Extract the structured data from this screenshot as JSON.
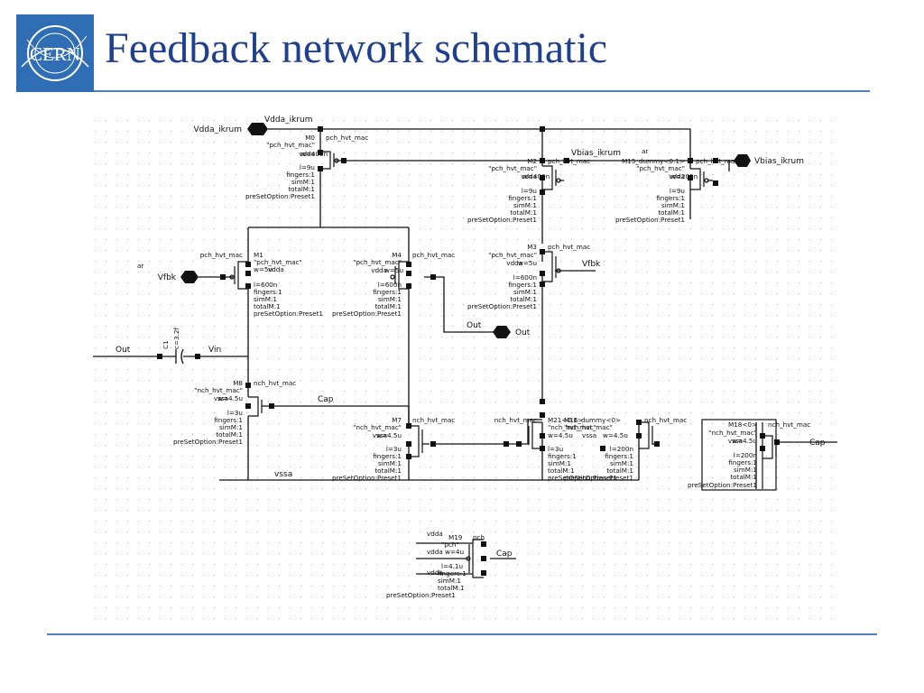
{
  "slide": {
    "title": "Feedback network schematic",
    "logo_text": "CERN",
    "colors": {
      "title": "#1f3f8f",
      "rule": "#4f7fbf",
      "logo": "#2f6db5",
      "wire": "#111111",
      "grid": "#b5b5b5"
    }
  },
  "schematic": {
    "pins": {
      "vdda_ikrum_left": "Vdda_ikrum",
      "vdda_ikrum_top": "Vdda_ikrum",
      "vbias_ikrum_right": "Vbias_ikrum",
      "vbias_ikrum_mid": "Vbias_ikrum",
      "vfbk_left": "Vfbk",
      "vfbk_right": "Vfbk",
      "out_left": "Out",
      "out_net": "Out",
      "out_pin": "Out",
      "vin": "Vin",
      "cap_net": "Cap",
      "cap_right": "Cap",
      "cap_bottom": "Cap",
      "vssa": "vssa",
      "ar_left": "ar",
      "ar_right": "ar"
    },
    "capacitor": {
      "name": "C1",
      "value": "c=3.2f"
    },
    "m0": {
      "name": "M0",
      "cell": "pch_hvt_mac",
      "model": "\"pch_hvt_mac\"",
      "bulk": "vdda",
      "lines": [
        "l=9u",
        "fingers:1",
        "simM:1",
        "totalM:1",
        "preSetOption:Preset1"
      ],
      "width": "w=400n"
    },
    "m2": {
      "name": "M2",
      "cell": "pch_hvt_mac",
      "model": "\"pch_hvt_mac\"",
      "bulk": "vdda",
      "lines": [
        "l=9u",
        "fingers:1",
        "simM:1",
        "totalM:1",
        "preSetOption:Preset1"
      ],
      "width": "w=400n"
    },
    "m15": {
      "name": "M15_dummy<0:1>",
      "cell": "pch_hvt_mac",
      "model": "\"pch_hvt_mac\"",
      "bulk": "vdda",
      "lines": [
        "l=9u",
        "fingers:1",
        "simM:1",
        "totalM:1",
        "preSetOption:Preset1"
      ],
      "width": "w=200n"
    },
    "m1": {
      "name": "M1",
      "cell": "pch_hvt_mac",
      "model": "\"pch_hvt_mac\"",
      "bulk": "vdda",
      "lines": [
        "l=600n",
        "fingers:1",
        "simM:1",
        "totalM:1",
        "preSetOption:Preset1"
      ],
      "width": "w=5u"
    },
    "m4": {
      "name": "M4",
      "cell": "pch_hvt_mac",
      "model": "\"pch_hvt_mac\"",
      "bulk": "vdda",
      "lines": [
        "l=600n",
        "fingers:1",
        "simM:1",
        "totalM:1",
        "preSetOption:Preset1"
      ],
      "width": "w=5u"
    },
    "m3": {
      "name": "M3",
      "cell": "pch_hvt_mac",
      "model": "\"pch_hvt_mac\"",
      "bulk": "vdda",
      "lines": [
        "l=600n",
        "fingers:1",
        "simM:1",
        "totalM:1",
        "preSetOption:Preset1"
      ],
      "width": "w=5u"
    },
    "m8": {
      "name": "M8",
      "cell": "nch_hvt_mac",
      "model": "\"nch_hvt_mac\"",
      "bulk": "vssa",
      "lines": [
        "l=3u",
        "fingers:1",
        "simM:1",
        "totalM:1",
        "preSetOption:Preset1"
      ],
      "width": "w=4.5u"
    },
    "m7": {
      "name": "M7",
      "cell": "nch_hvt_mac",
      "model": "\"nch_hvt_mac\"",
      "bulk": "vssa",
      "lines": [
        "l=3u",
        "fingers:1",
        "simM:1",
        "totalM:1",
        "preSetOption:Preset1"
      ],
      "width": "w=4.5u"
    },
    "m21": {
      "name": "M21<0:1>",
      "cell": "nch_hvt_mac",
      "model": "\"nch_hvt_mac\"",
      "bulk": "vssa",
      "lines": [
        "l=3u",
        "fingers:1",
        "simM:1",
        "totalM:1",
        "preSetOption:Preset1"
      ],
      "width": "w=4.5u"
    },
    "m16": {
      "name": "M16_dummy<0>",
      "cell": "nch_hvt_mac",
      "model": "\"nch_hvt_mac\"",
      "bulk": "vssa",
      "lines": [
        "l=200n",
        "fingers:1",
        "simM:1",
        "totalM:1",
        "preSetOption:Preset1"
      ],
      "width": "w=4.5u"
    },
    "m18": {
      "name": "M18<0>",
      "cell": "nch_hvt_mac",
      "model": "\"nch_hvt_mac\"",
      "bulk": "vssa",
      "lines": [
        "l=200n",
        "fingers:1",
        "simM:1",
        "totalM:1",
        "preSetOption:Preset1"
      ],
      "width": "w=4.5u"
    },
    "m19": {
      "name": "M19",
      "cell": "pch",
      "model": "\"pch\"",
      "bulk": "vdda",
      "bulk_src": "vdda",
      "lines": [
        "l=4.1u",
        "fingers:1",
        "simM:1",
        "totalM:1",
        "preSetOption:Preset1"
      ],
      "width": "w=4u",
      "drain_net": "vdda"
    }
  }
}
